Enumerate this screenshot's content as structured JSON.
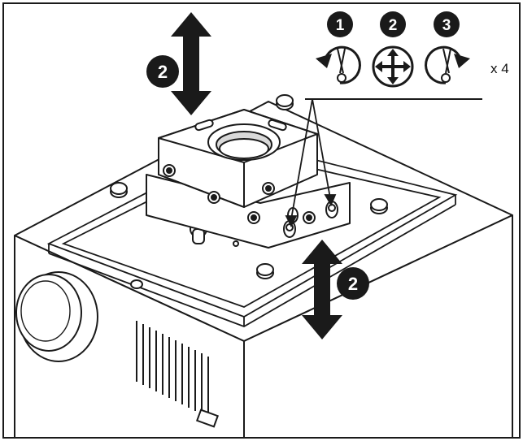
{
  "steps": [
    {
      "number": "1",
      "icon": "rotate-counterclockwise-loosen-icon"
    },
    {
      "number": "2",
      "icon": "move-four-way-icon"
    },
    {
      "number": "3",
      "icon": "rotate-clockwise-tighten-icon"
    }
  ],
  "repeat_label": "x 4",
  "adjust_badges": {
    "top_left": "2",
    "right_center": "2"
  },
  "colors": {
    "line": "#1a1a1a",
    "shade": "#d9d9d9",
    "background": "#ffffff"
  }
}
